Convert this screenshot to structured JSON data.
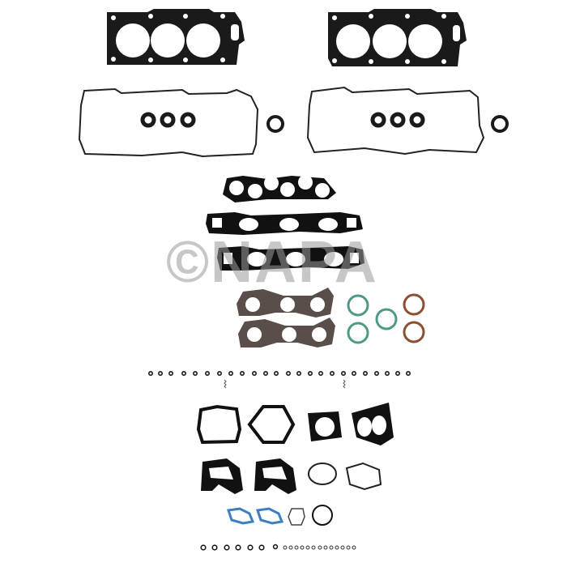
{
  "image": {
    "type": "product-photo",
    "subject": "Engine head gasket set",
    "background": "#ffffff"
  },
  "watermark": {
    "text": "©NAPA",
    "color": "#9a9a9a"
  },
  "colors": {
    "gasket_black": "#111111",
    "mls_gasket": "#1a1a1a",
    "exhaust_gasket": "#5a4e4a",
    "green_ring": "#4f9a86",
    "brown_ring": "#8a5030",
    "blue_gasket": "#3d7fc1",
    "outline_gray": "#444444"
  },
  "parts": {
    "head_gaskets": [
      {
        "label": "Cylinder head gasket left",
        "cylinders": 3
      },
      {
        "label": "Cylinder head gasket right",
        "cylinders": 3
      }
    ],
    "valve_cover_gaskets": [
      {
        "label": "Valve cover gasket left",
        "plug_tube_seals": 3,
        "extra_seal": 1
      },
      {
        "label": "Valve cover gasket right",
        "plug_tube_seals": 3,
        "extra_seal": 1
      }
    ],
    "intake_plenum_gasket": {
      "ports": 6
    },
    "intake_manifold_gaskets": [
      {
        "ports": 3
      },
      {
        "ports": 3
      }
    ],
    "exhaust_manifold_gaskets": [
      {
        "ports": 3
      },
      {
        "ports": 3
      }
    ],
    "green_o_rings": 3,
    "brown_o_rings": 2,
    "valve_stem_seals_top_row": 24,
    "misc_gaskets_row1": 4,
    "misc_gaskets_row2": 4,
    "blue_gaskets": 2,
    "bottom_seals_large": 7,
    "bottom_seals_small": 13
  }
}
